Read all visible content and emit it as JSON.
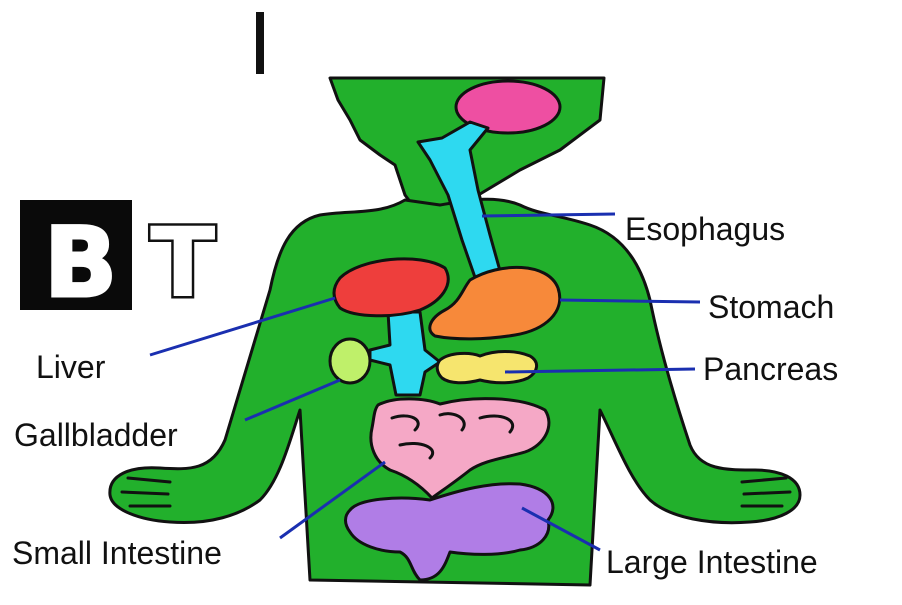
{
  "logo": {
    "letters": [
      "B",
      "T"
    ]
  },
  "labels": {
    "esophagus": "Esophagus",
    "stomach": "Stomach",
    "pancreas": "Pancreas",
    "liver": "Liver",
    "gallbladder": "Gallbladder",
    "small_intestine": "Small Intestine",
    "large_intestine": "Large Intestine"
  },
  "colors": {
    "body": "#22b02c",
    "mouth": "#ee4fa2",
    "esophagus": "#2ed9f0",
    "stomach": "#f7893a",
    "liver": "#ee3e3c",
    "gallbladder": "#bff06a",
    "pancreas": "#f6e56e",
    "small_intestine": "#f5a8c6",
    "large_intestine": "#b07de6",
    "leader_line": "#1a2fb0"
  }
}
